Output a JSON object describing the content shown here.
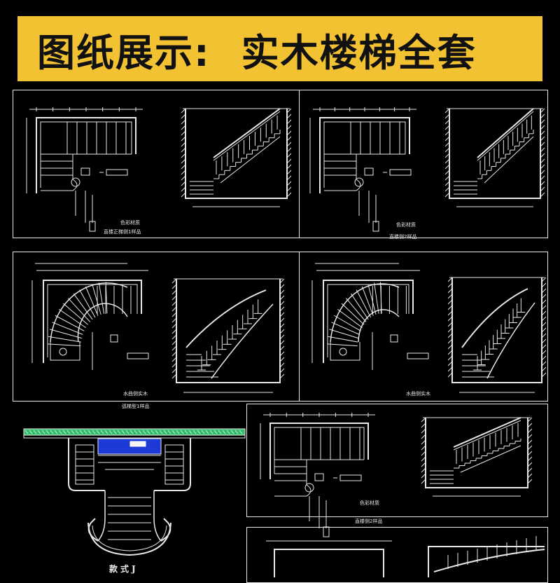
{
  "header": {
    "title_left": "图纸展示:",
    "title_right": "实木楼梯全套"
  },
  "colors": {
    "background": "#000000",
    "banner": "#f2c232",
    "line": "#e8e8e8",
    "blue": "#1d3ad6",
    "green": "#2fbf6a"
  },
  "drawings": {
    "panel1": {
      "caption_a": "色彩材质",
      "caption_b": "直楼正梯侧1样品"
    },
    "panel2": {
      "caption_a": "色彩材质",
      "caption_b": "直楼侧2样品"
    },
    "panel3": {
      "caption_a": "水曲侧实木",
      "caption_b": "弧梯型1样品"
    },
    "panel4": {
      "caption_a": "水曲侧实木"
    },
    "panel5": {
      "caption_a": "色彩材质",
      "caption_b": "直楼侧2样品"
    },
    "detail": {
      "caption": "款式J"
    }
  }
}
